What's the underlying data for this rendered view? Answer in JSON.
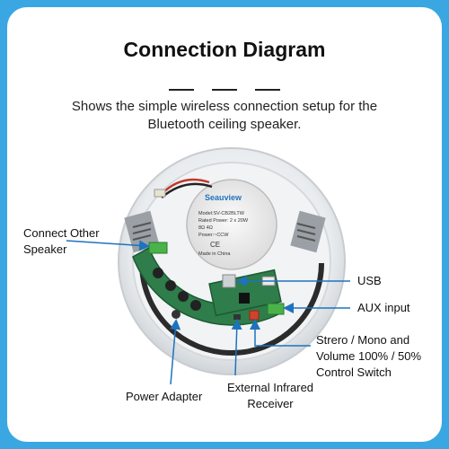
{
  "header": {
    "title": "Connection Diagram",
    "subtitle": "Shows the simple wireless connection setup for the Bluetooth ceiling speaker."
  },
  "product": {
    "brand": "Seauview",
    "model_text": [
      "Model:SV-CB2BLTW",
      "Rated Power: 2 x 20W",
      "8Ω 4Ω",
      "Power:~CCW",
      "Made in China"
    ],
    "mark": "CE"
  },
  "callouts": {
    "connect_other_speaker": "Connect Other Speaker",
    "connect_other_speaker_line1": "Connect Other",
    "connect_other_speaker_line2": "Speaker",
    "usb": "USB",
    "aux_input": "AUX input",
    "switch_line1": "Strero / Mono and",
    "switch_line2": "Volume 100% / 50%",
    "switch_line3": "Control Switch",
    "power_adapter": "Power Adapter",
    "ir_line1": "External Infrared",
    "ir_line2": "Receiver"
  },
  "colors": {
    "frame": "#3aa7e3",
    "arrow": "#1e73be",
    "pcb": "#2e7d4a"
  }
}
